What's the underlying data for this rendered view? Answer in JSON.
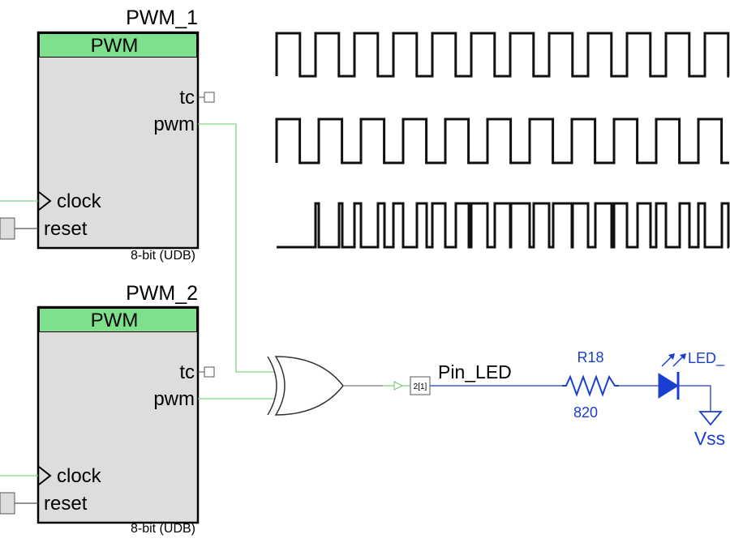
{
  "pwm1": {
    "instance": "PWM_1",
    "header": "PWM",
    "pins": {
      "tc": "tc",
      "pwm": "pwm",
      "clock": "clock",
      "reset": "reset"
    },
    "subtitle": "8-bit (UDB)"
  },
  "pwm2": {
    "instance": "PWM_2",
    "header": "PWM",
    "pins": {
      "tc": "tc",
      "pwm": "pwm",
      "clock": "clock",
      "reset": "reset"
    },
    "subtitle": "8-bit (UDB)"
  },
  "pin": {
    "name": "Pin_LED",
    "tag": "2[1]"
  },
  "resistor": {
    "ref": "R18",
    "value": "820"
  },
  "led": {
    "label": "LED_"
  },
  "ground": {
    "label": "Vss"
  },
  "waveforms": [
    {
      "name": "pwm1-wave",
      "period": 48,
      "duty": 0.6
    },
    {
      "name": "pwm2-wave",
      "period": 52,
      "duty": 0.55
    },
    {
      "name": "xor-wave"
    }
  ],
  "colors": {
    "block_header": "#7ee08a",
    "block_body": "#dddddd",
    "signal_wire": "#7fd67f",
    "output_wire": "#1a3fd0"
  }
}
